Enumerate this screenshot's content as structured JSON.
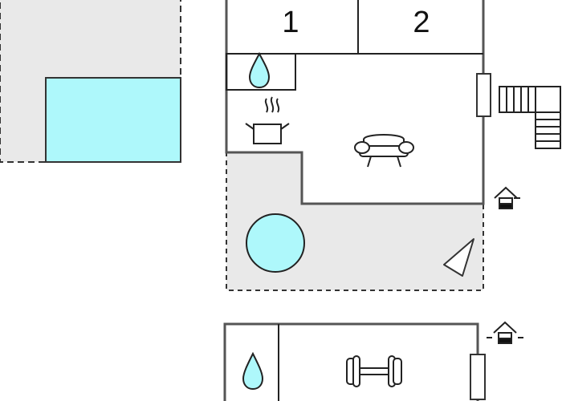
{
  "floor_plan": {
    "rooms": [
      {
        "id": "bedroom-1",
        "label": "1"
      },
      {
        "id": "bedroom-2",
        "label": "2"
      }
    ],
    "icons": [
      "water-drop-icon",
      "cooking-pot-icon",
      "sofa-icon",
      "house-entrance-icon",
      "triangle-sail-icon",
      "dumbbell-icon",
      "staircase-icon",
      "door-icon"
    ],
    "colors": {
      "pool": "#aef8fb",
      "outdoor": "#e9e9e9",
      "wall": "#555555",
      "line": "#222222"
    }
  }
}
